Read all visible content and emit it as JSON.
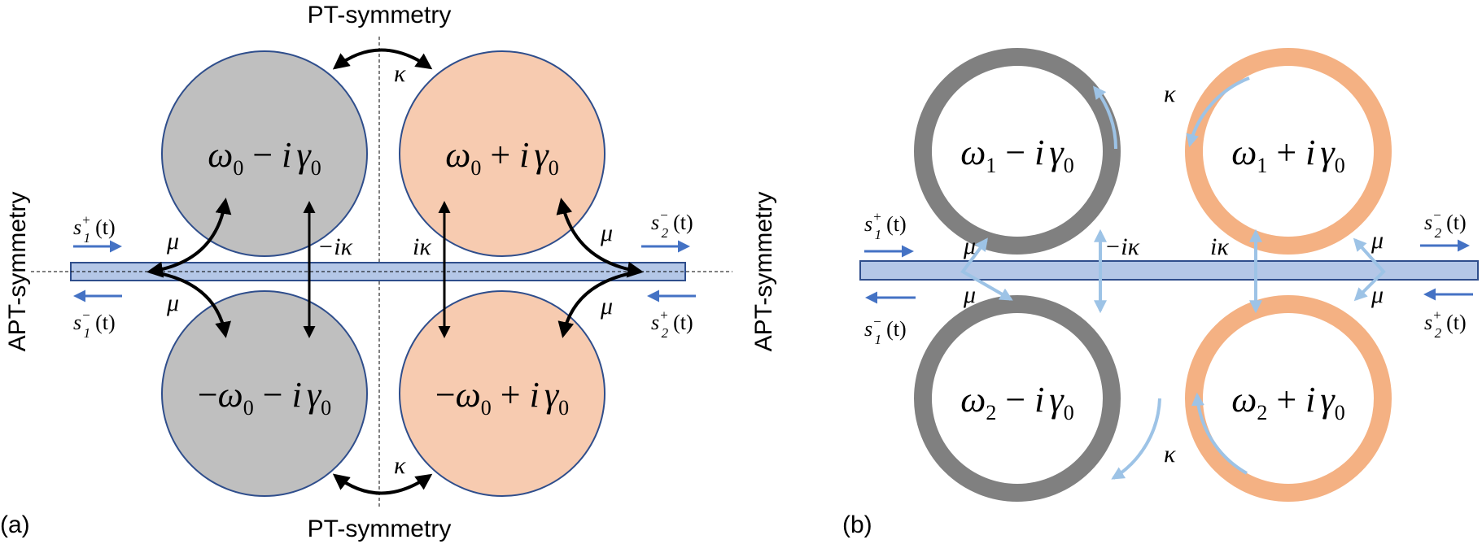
{
  "colors": {
    "gray_resonator": "#BFBFBF",
    "orange_resonator": "#F7CBB0",
    "resonator_border": "#2F4E8C",
    "waveguide_fill": "#B4C7E7",
    "waveguide_border": "#2F4E8C",
    "port_arrow": "#4472C4",
    "ring_gray": "#808080",
    "ring_orange": "#F4B183",
    "light_arrow": "#9DC3E6"
  },
  "panel_a": {
    "label": "(a)",
    "pt_top": "PT-symmetry",
    "pt_bottom": "PT-symmetry",
    "apt_left": "APT-symmetry",
    "apt_right": "APT-symmetry",
    "resonators": {
      "top_left": {
        "base": "ω",
        "sub": "0",
        "op": " − ",
        "i": "i",
        "gamma": "γ",
        "gsub": "0"
      },
      "top_right": {
        "base": "ω",
        "sub": "0",
        "op": " + ",
        "i": "i",
        "gamma": "γ",
        "gsub": "0"
      },
      "bottom_left": {
        "pre": "−",
        "base": "ω",
        "sub": "0",
        "op": " − ",
        "i": "i",
        "gamma": "γ",
        "gsub": "0"
      },
      "bottom_right": {
        "pre": "−",
        "base": "ω",
        "sub": "0",
        "op": " + ",
        "i": "i",
        "gamma": "γ",
        "gsub": "0"
      }
    },
    "couplings": {
      "kappa_top": "κ",
      "kappa_bottom": "κ",
      "minus_i_kappa": "−iκ",
      "i_kappa": "iκ",
      "mu_tl": "μ",
      "mu_bl": "μ",
      "mu_tr": "μ",
      "mu_br": "μ"
    },
    "ports": {
      "s1_in": {
        "s": "s",
        "sub": "1",
        "sup": "+",
        "arg": "(t)"
      },
      "s1_out": {
        "s": "s",
        "sub": "1",
        "sup": "−",
        "arg": "(t)"
      },
      "s2_out": {
        "s": "s",
        "sub": "2",
        "sup": "−",
        "arg": "(t)"
      },
      "s2_in": {
        "s": "s",
        "sub": "2",
        "sup": "+",
        "arg": "(t)"
      }
    }
  },
  "panel_b": {
    "label": "(b)",
    "rings": {
      "top_left": {
        "base": "ω",
        "sub": "1",
        "op": " − ",
        "i": "i",
        "gamma": "γ",
        "gsub": "0"
      },
      "top_right": {
        "base": "ω",
        "sub": "1",
        "op": " + ",
        "i": "i",
        "gamma": "γ",
        "gsub": "0"
      },
      "bottom_left": {
        "base": "ω",
        "sub": "2",
        "op": " − ",
        "i": "i",
        "gamma": "γ",
        "gsub": "0"
      },
      "bottom_right": {
        "base": "ω",
        "sub": "2",
        "op": " + ",
        "i": "i",
        "gamma": "γ",
        "gsub": "0"
      }
    },
    "couplings": {
      "kappa_top": "κ",
      "kappa_bottom": "κ",
      "minus_i_kappa": "−iκ",
      "i_kappa": "iκ",
      "mu_tl": "μ",
      "mu_bl": "μ",
      "mu_tr": "μ",
      "mu_br": "μ"
    },
    "ports": {
      "s1_in": {
        "s": "s",
        "sub": "1",
        "sup": "+",
        "arg": "(t)"
      },
      "s1_out": {
        "s": "s",
        "sub": "1",
        "sup": "−",
        "arg": "(t)"
      },
      "s2_out": {
        "s": "s",
        "sub": "2",
        "sup": "−",
        "arg": "(t)"
      },
      "s2_in": {
        "s": "s",
        "sub": "2",
        "sup": "+",
        "arg": "(t)"
      }
    }
  }
}
